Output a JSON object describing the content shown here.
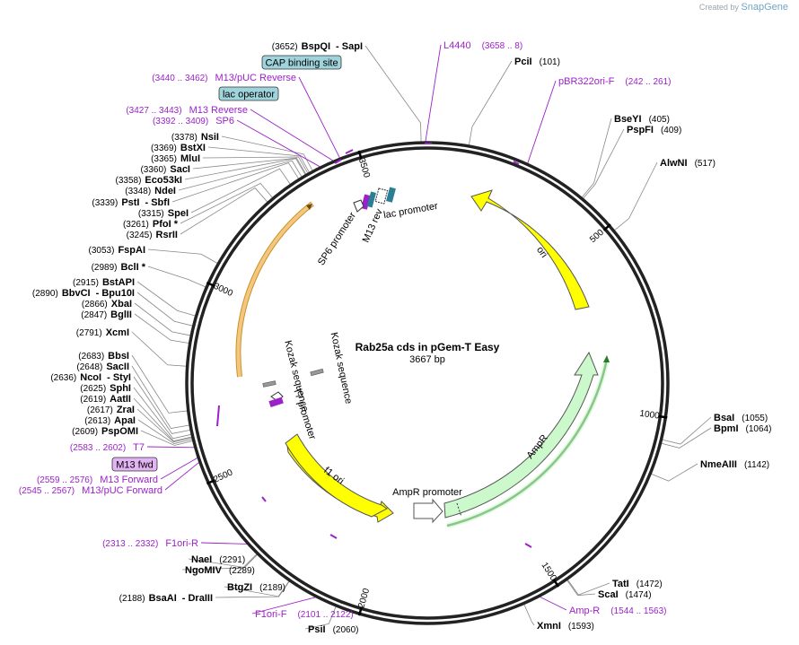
{
  "branding": {
    "prefix": "Created by",
    "name": "SnapGene"
  },
  "title": "Rab25a cds in pGem-T Easy",
  "length_label": "3667 bp",
  "total_bp": 3667,
  "ticks": [
    "500",
    "1000",
    "1500",
    "2000",
    "2500",
    "3000",
    "3500"
  ],
  "restriction_sites": [
    {
      "name": "BspQI",
      "extra": "- SapI",
      "pos": "(3652)"
    },
    {
      "name": "PciI",
      "pos": "(101)"
    },
    {
      "name": "BseYI",
      "pos": "(405)"
    },
    {
      "name": "PspFI",
      "pos": "(409)"
    },
    {
      "name": "AlwNI",
      "pos": "(517)"
    },
    {
      "name": "BsaI",
      "pos": "(1055)"
    },
    {
      "name": "BpmI",
      "pos": "(1064)"
    },
    {
      "name": "NmeAIII",
      "pos": "(1142)"
    },
    {
      "name": "TatI",
      "pos": "(1472)"
    },
    {
      "name": "ScaI",
      "pos": "(1474)"
    },
    {
      "name": "XmnI",
      "pos": "(1593)"
    },
    {
      "name": "PsiI",
      "pos": "(2060)"
    },
    {
      "name": "BtgZI",
      "pos": "(2189)"
    },
    {
      "name": "BsaAI",
      "extra": "- DraIII",
      "pos": "(2188)"
    },
    {
      "name": "NaeI",
      "pos": "(2291)"
    },
    {
      "name": "NgoMIV",
      "pos": "(2289)"
    },
    {
      "name": "PspOMI",
      "pos": "(2609)"
    },
    {
      "name": "ApaI",
      "pos": "(2613)"
    },
    {
      "name": "ZraI",
      "pos": "(2617)"
    },
    {
      "name": "AatII",
      "pos": "(2619)"
    },
    {
      "name": "SphI",
      "pos": "(2625)"
    },
    {
      "name": "NcoI",
      "extra": "- StyI",
      "pos": "(2636)"
    },
    {
      "name": "SacII",
      "pos": "(2648)"
    },
    {
      "name": "BbsI",
      "pos": "(2683)"
    },
    {
      "name": "XcmI",
      "pos": "(2791)"
    },
    {
      "name": "BglII",
      "pos": "(2847)"
    },
    {
      "name": "XbaI",
      "pos": "(2866)"
    },
    {
      "name": "BbvCI",
      "extra": "- Bpu10I",
      "pos": "(2890)"
    },
    {
      "name": "BstAPI",
      "pos": "(2915)"
    },
    {
      "name": "BclI *",
      "pos": "(2989)"
    },
    {
      "name": "FspAI",
      "pos": "(3053)"
    },
    {
      "name": "RsrII",
      "pos": "(3245)"
    },
    {
      "name": "PfoI *",
      "pos": "(3261)"
    },
    {
      "name": "SpeI",
      "pos": "(3315)"
    },
    {
      "name": "PstI",
      "extra": "- SbfI",
      "pos": "(3339)"
    },
    {
      "name": "NdeI",
      "pos": "(3348)"
    },
    {
      "name": "Eco53kI",
      "pos": "(3358)"
    },
    {
      "name": "SacI",
      "pos": "(3360)"
    },
    {
      "name": "MluI",
      "pos": "(3365)"
    },
    {
      "name": "BstXI",
      "pos": "(3369)"
    },
    {
      "name": "NsiI",
      "pos": "(3378)"
    }
  ],
  "primers": [
    {
      "name": "L4440",
      "pos": "(3658 .. 8)"
    },
    {
      "name": "pBR322ori-F",
      "pos": "(242 .. 261)"
    },
    {
      "name": "Amp-R",
      "pos": "(1544 .. 1563)"
    },
    {
      "name": "F1ori-F",
      "pos": "(2101 .. 2122)"
    },
    {
      "name": "F1ori-R",
      "pos": "(2313 .. 2332)"
    },
    {
      "name": "M13/pUC Forward",
      "pos": "(2545 .. 2567)"
    },
    {
      "name": "M13 Forward",
      "pos": "(2559 .. 2576)"
    },
    {
      "name": "T7",
      "pos": "(2583 .. 2602)"
    },
    {
      "name": "SP6",
      "pos": "(3392 .. 3409)"
    },
    {
      "name": "M13 Reverse",
      "pos": "(3427 .. 3443)"
    },
    {
      "name": "M13/pUC Reverse",
      "pos": "(3440 .. 3462)"
    }
  ],
  "boxed_labels": [
    "CAP binding site",
    "lac operator",
    "M13 fwd"
  ],
  "features": [
    "ori",
    "AmpR",
    "AmpR promoter",
    "f1 ori",
    "lac promoter",
    "M13 rev",
    "SP6 promoter",
    "T7 promoter",
    "Kozak sequence",
    "Kozak sequence"
  ],
  "colors": {
    "ori": "#ffff00",
    "ampr": "#ccf9cc",
    "f1ori": "#ffff00",
    "primer": "#9b22c8",
    "backbone": "#000000",
    "m13fwd_box": "#e2b4f4",
    "annot_box": "#9fd4dc",
    "insert_arc": "#f5c77e"
  }
}
